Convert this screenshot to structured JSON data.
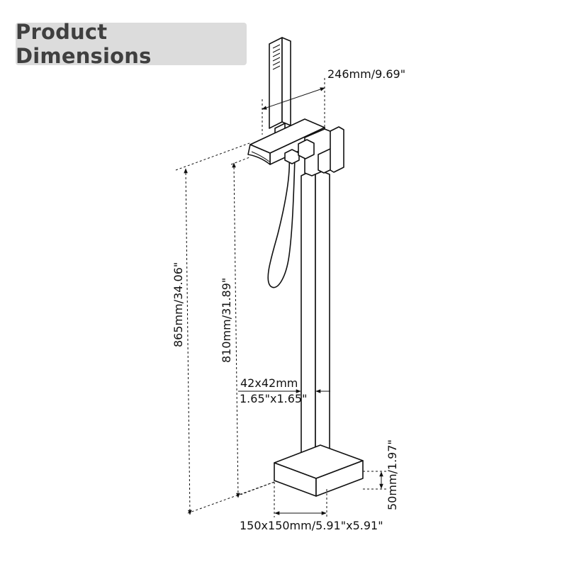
{
  "title": "Product Dimensions",
  "dimensions": {
    "spout_reach": "246mm/9.69\"",
    "total_height": "865mm/34.06\"",
    "spout_height": "810mm/31.89\"",
    "pipe_size_mm": "42x42mm",
    "pipe_size_in": "1.65\"x1.65\"",
    "base_height": "50mm/1.97\"",
    "base_size": "150x150mm/5.91\"x5.91\""
  },
  "colors": {
    "badge_bg": "#dcdcdc",
    "title_text": "#3f3f3f",
    "line": "#111111"
  }
}
